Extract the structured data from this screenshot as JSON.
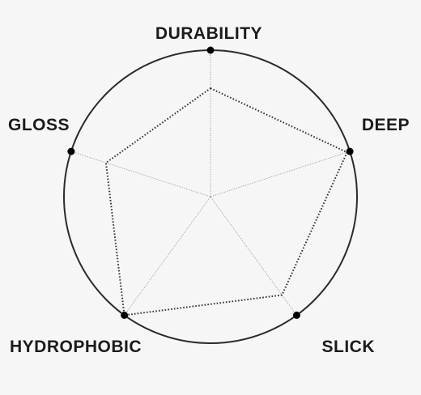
{
  "chart_data": {
    "type": "radar",
    "title": "",
    "axes": [
      "DURABILITY",
      "DEEP",
      "SLICK",
      "HYDROPHOBIC",
      "GLOSS"
    ],
    "range": [
      0,
      1
    ],
    "series": [
      {
        "values": [
          0.74,
          0.98,
          0.83,
          1.0,
          0.75
        ]
      }
    ],
    "grid": false,
    "legend": "none"
  },
  "colors": {
    "background": "#f6f6f6",
    "outline": "#2b2b2d",
    "marker": "#000000",
    "spoke": "#9a9a9a",
    "series_line": "#333333",
    "label": "#1b1b1d"
  }
}
